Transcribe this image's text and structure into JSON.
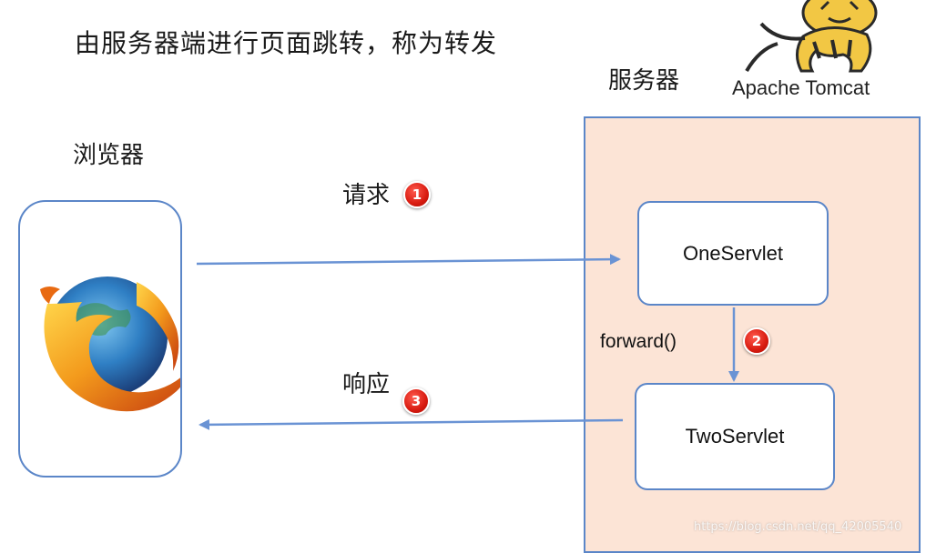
{
  "title": "由服务器端进行页面跳转，称为转发",
  "browser": {
    "label": "浏览器",
    "icon": "firefox-logo-icon"
  },
  "server": {
    "label": "服务器",
    "logo_text": "Apache Tomcat",
    "logo_icon": "tomcat-cat-icon",
    "panel_color": "#fce4d6"
  },
  "servlets": {
    "one": "OneServlet",
    "two": "TwoServlet"
  },
  "request": {
    "label": "请求",
    "step": "1"
  },
  "forward": {
    "label": "forward()",
    "step": "2"
  },
  "response": {
    "label": "响应",
    "step": "3"
  },
  "watermark": "https://blog.csdn.net/qq_42005540",
  "colors": {
    "arrow": "#6a93d4",
    "border": "#5b86c8",
    "badge": "#d81b10"
  }
}
